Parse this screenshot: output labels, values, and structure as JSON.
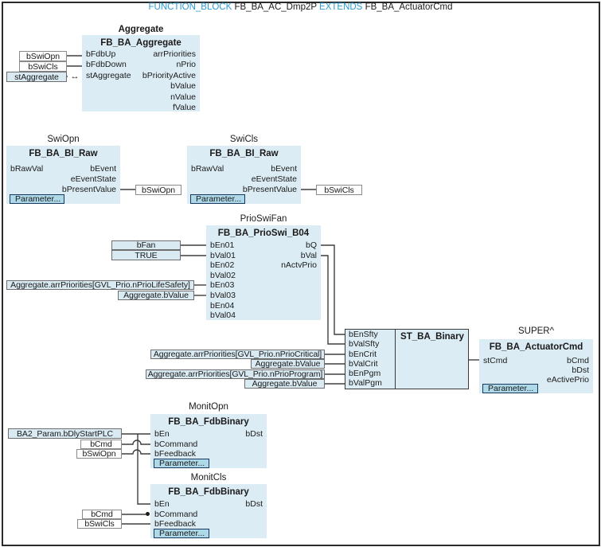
{
  "header": {
    "keyword1": "FUNCTION_BLOCK",
    "block_name": "FB_BA_AC_Dmp2P",
    "keyword2": "EXTENDS",
    "parent_name": "FB_BA_ActuatorCmd"
  },
  "blocks": {
    "aggregate": {
      "instance": "Aggregate",
      "type": "FB_BA_Aggregate",
      "rows": [
        [
          "bFdbUp",
          "arrPriorities"
        ],
        [
          "bFdbDown",
          "nPrio"
        ],
        [
          "stAggregate",
          "bPriorityActive"
        ],
        [
          "",
          "bValue"
        ],
        [
          "",
          "nValue"
        ],
        [
          "",
          "fValue"
        ]
      ]
    },
    "swiopn": {
      "instance": "SwiOpn",
      "type": "FB_BA_BI_Raw",
      "rows": [
        [
          "bRawVal",
          "bEvent"
        ],
        [
          "",
          "eEventState"
        ],
        [
          "",
          "bPresentValue"
        ]
      ]
    },
    "swicls": {
      "instance": "SwiCls",
      "type": "FB_BA_BI_Raw",
      "rows": [
        [
          "bRawVal",
          "bEvent"
        ],
        [
          "",
          "eEventState"
        ],
        [
          "",
          "bPresentValue"
        ]
      ]
    },
    "prioswifan": {
      "instance": "PrioSwiFan",
      "type": "FB_BA_PrioSwi_B04",
      "rows": [
        [
          "bEn01",
          "bQ"
        ],
        [
          "bVal01",
          "bVal"
        ],
        [
          "bEn02",
          "nActvPrio"
        ],
        [
          "bVal02",
          ""
        ],
        [
          "bEn03",
          ""
        ],
        [
          "bVal03",
          ""
        ],
        [
          "bEn04",
          ""
        ],
        [
          "bVal04",
          ""
        ]
      ]
    },
    "stbinary": {
      "type": "ST_BA_Binary",
      "fields": [
        "bEnSfty",
        "bValSfty",
        "bEnCrit",
        "bValCrit",
        "bEnPgm",
        "bValPgm"
      ]
    },
    "superblock": {
      "instance": "SUPER^",
      "type": "FB_BA_ActuatorCmd",
      "rows": [
        [
          "stCmd",
          "bCmd"
        ],
        [
          "",
          "bDst"
        ],
        [
          "",
          "eActivePrio"
        ]
      ]
    },
    "monitopn": {
      "instance": "MonitOpn",
      "type": "FB_BA_FdbBinary",
      "rows": [
        [
          "bEn",
          "bDst"
        ],
        [
          "bCommand",
          ""
        ],
        [
          "bFeedback",
          ""
        ]
      ]
    },
    "monitcls": {
      "instance": "MonitCls",
      "type": "FB_BA_FdbBinary",
      "rows": [
        [
          "bEn",
          "bDst"
        ],
        [
          "bCommand",
          ""
        ],
        [
          "bFeedback",
          ""
        ]
      ]
    }
  },
  "variables": {
    "bswiopn_top": "bSwiOpn",
    "bswicls_top": "bSwiCls",
    "staggregate": "stAggregate",
    "bswiopn_out": "bSwiOpn",
    "bswicls_out": "bSwiCls",
    "bfan": "bFan",
    "true_const": "TRUE",
    "prio_lifesafety": "Aggregate.arrPriorities[GVL_Prio.nPrioLifeSafety]",
    "agg_bvalue_a": "Aggregate.bValue",
    "prio_critical": "Aggregate.arrPriorities[GVL_Prio.nPrioCritical]",
    "agg_bvalue_b": "Aggregate.bValue",
    "prio_program": "Aggregate.arrPriorities[GVL_Prio.nPrioProgram]",
    "agg_bvalue_c": "Aggregate.bValue",
    "ba2_param": "BA2_Param.bDlyStartPLC",
    "bcmd_opn": "bCmd",
    "bswiopn_in": "bSwiOpn",
    "bcmd_cls": "bCmd",
    "bswicls_in": "bSwiCls"
  },
  "buttons": {
    "parameter_label": "Parameter..."
  },
  "icons": {
    "inout_arrow": "↔"
  },
  "colors": {
    "block_fill": "#dcecf4",
    "var_box_fill": "#d9eaf2",
    "param_fill": "#aed9e8",
    "keyword_blue": "#2e9bd5",
    "wire": "#3f3f3f"
  }
}
